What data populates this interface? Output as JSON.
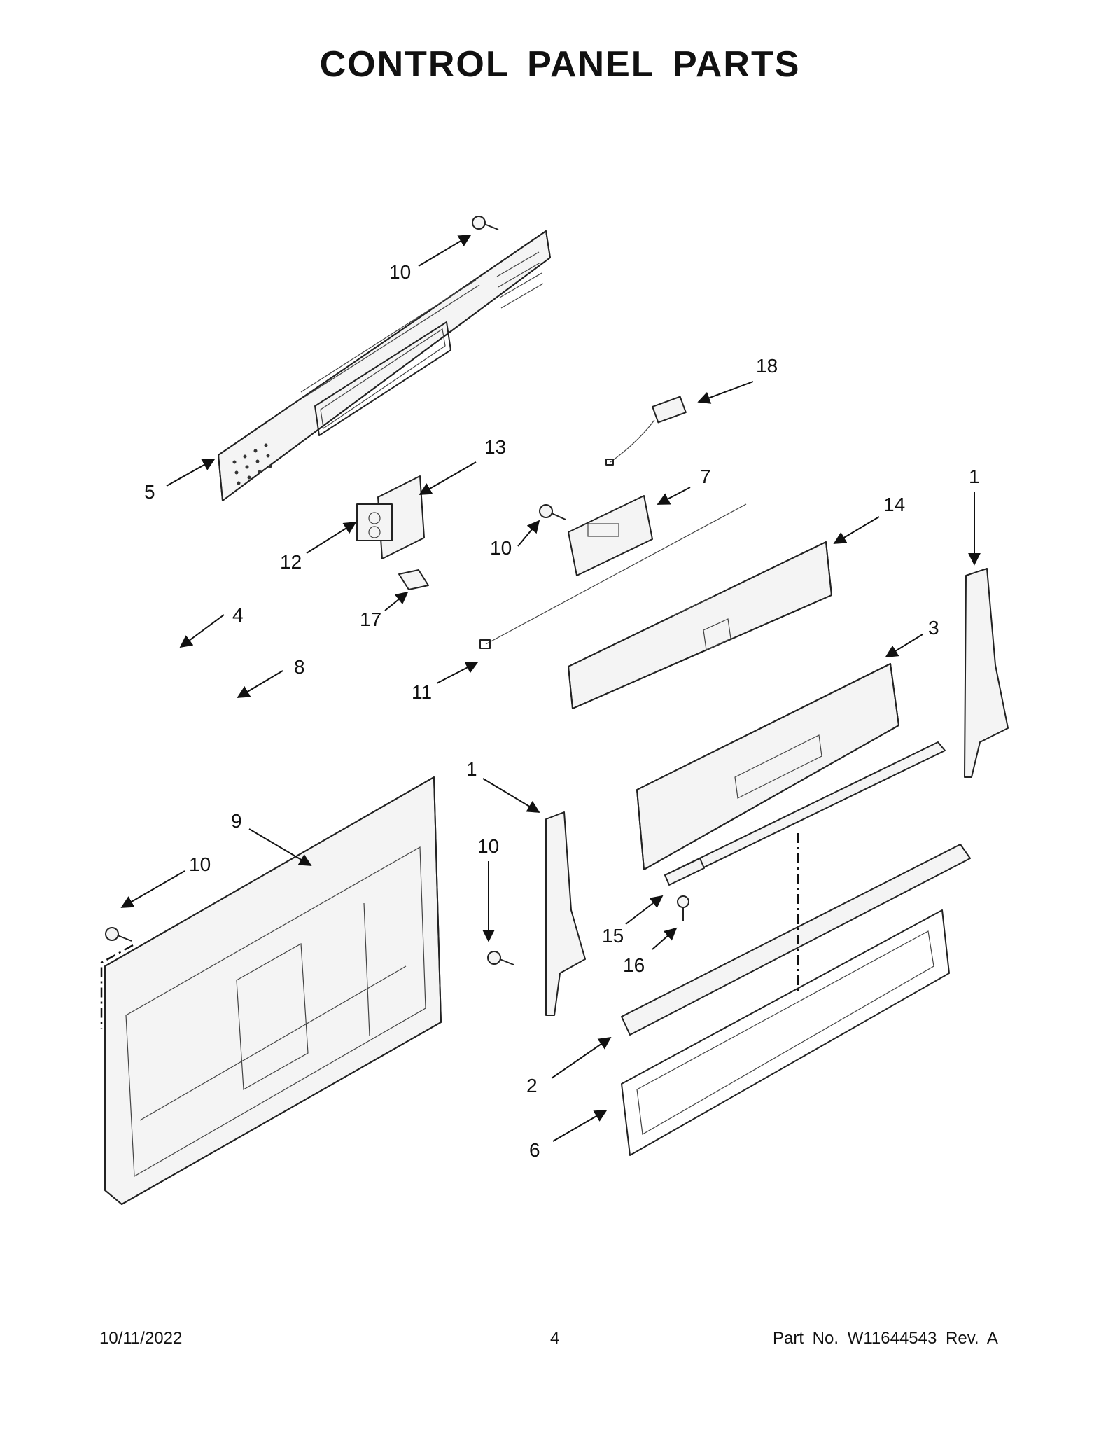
{
  "title": "CONTROL PANEL PARTS",
  "footer": {
    "date": "10/11/2022",
    "page": "4",
    "part_number": "Part No.  W11644543  Rev.  A"
  },
  "callouts": [
    {
      "id": "c-10-top",
      "label": "10"
    },
    {
      "id": "c-18",
      "label": "18"
    },
    {
      "id": "c-13",
      "label": "13"
    },
    {
      "id": "c-5",
      "label": "5"
    },
    {
      "id": "c-7",
      "label": "7"
    },
    {
      "id": "c-14",
      "label": "14"
    },
    {
      "id": "c-1-right",
      "label": "1"
    },
    {
      "id": "c-12",
      "label": "12"
    },
    {
      "id": "c-10-mid",
      "label": "10"
    },
    {
      "id": "c-17",
      "label": "17"
    },
    {
      "id": "c-4",
      "label": "4"
    },
    {
      "id": "c-8",
      "label": "8"
    },
    {
      "id": "c-11",
      "label": "11"
    },
    {
      "id": "c-3",
      "label": "3"
    },
    {
      "id": "c-1-center",
      "label": "1"
    },
    {
      "id": "c-9",
      "label": "9"
    },
    {
      "id": "c-10-center",
      "label": "10"
    },
    {
      "id": "c-10-left",
      "label": "10"
    },
    {
      "id": "c-15",
      "label": "15"
    },
    {
      "id": "c-16",
      "label": "16"
    },
    {
      "id": "c-2",
      "label": "2"
    },
    {
      "id": "c-6",
      "label": "6"
    }
  ]
}
